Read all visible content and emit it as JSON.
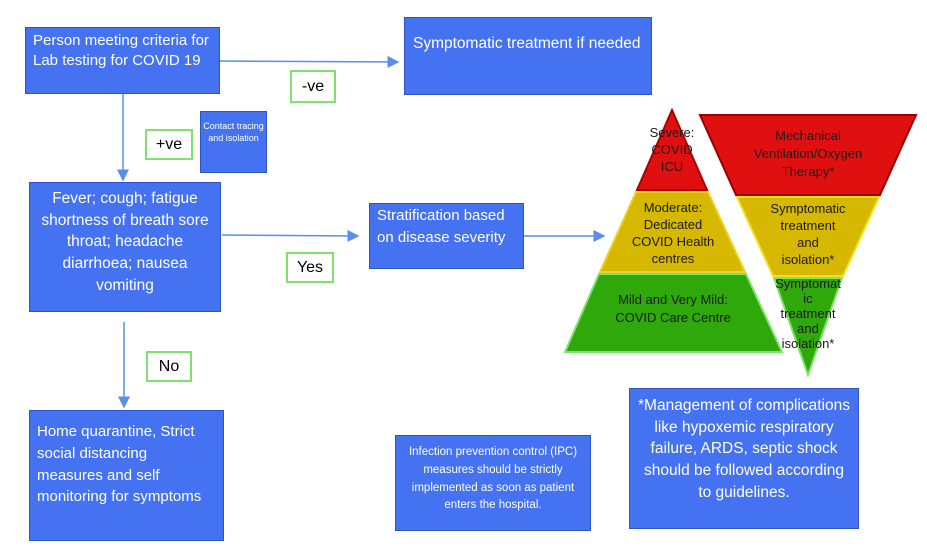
{
  "boxes": {
    "lab_testing": "Person meeting criteria for Lab testing for COVID 19",
    "symptomatic_if_needed": "Symptomatic treatment if needed",
    "contact_tracing": "Contact tracing and isolation",
    "symptoms": "Fever; cough; fatigue shortness of breath sore throat; headache diarrhoea; nausea vomiting",
    "stratification": "Stratification based on disease severity",
    "home_quarantine": "Home quarantine, Strict social distancing measures and self monitoring for symptoms",
    "ipc": "Infection prevention control (IPC) measures should be strictly implemented as soon as patient enters the hospital.",
    "management": "*Management of complications like hypoxemic respiratory failure, ARDS, septic shock should be followed according to guidelines."
  },
  "labels": {
    "negative": "-ve",
    "positive": "+ve",
    "yes": "Yes",
    "no": "No"
  },
  "pyramid": {
    "severe": [
      "Severe:",
      "COVID",
      "ICU"
    ],
    "moderate": [
      "Moderate:",
      "Dedicated",
      "COVID Health",
      "centres"
    ],
    "mild": [
      "Mild and Very Mild:",
      "COVID Care Centre"
    ]
  },
  "inverted": {
    "red": [
      "Mechanical",
      "Ventilation/Oxygen",
      "Therapy*"
    ],
    "yellow": [
      "Symptomatic",
      "treatment",
      "and",
      "isolation*"
    ],
    "green": [
      "Symptomat",
      "ic",
      "treatment",
      "and",
      "isolation*"
    ]
  },
  "colors": {
    "box": "#4472f0",
    "label_border": "#7ee36a",
    "red": "#e01010",
    "yellow": "#d6b800",
    "green": "#2fa80c",
    "arrow": "#5b8def"
  }
}
